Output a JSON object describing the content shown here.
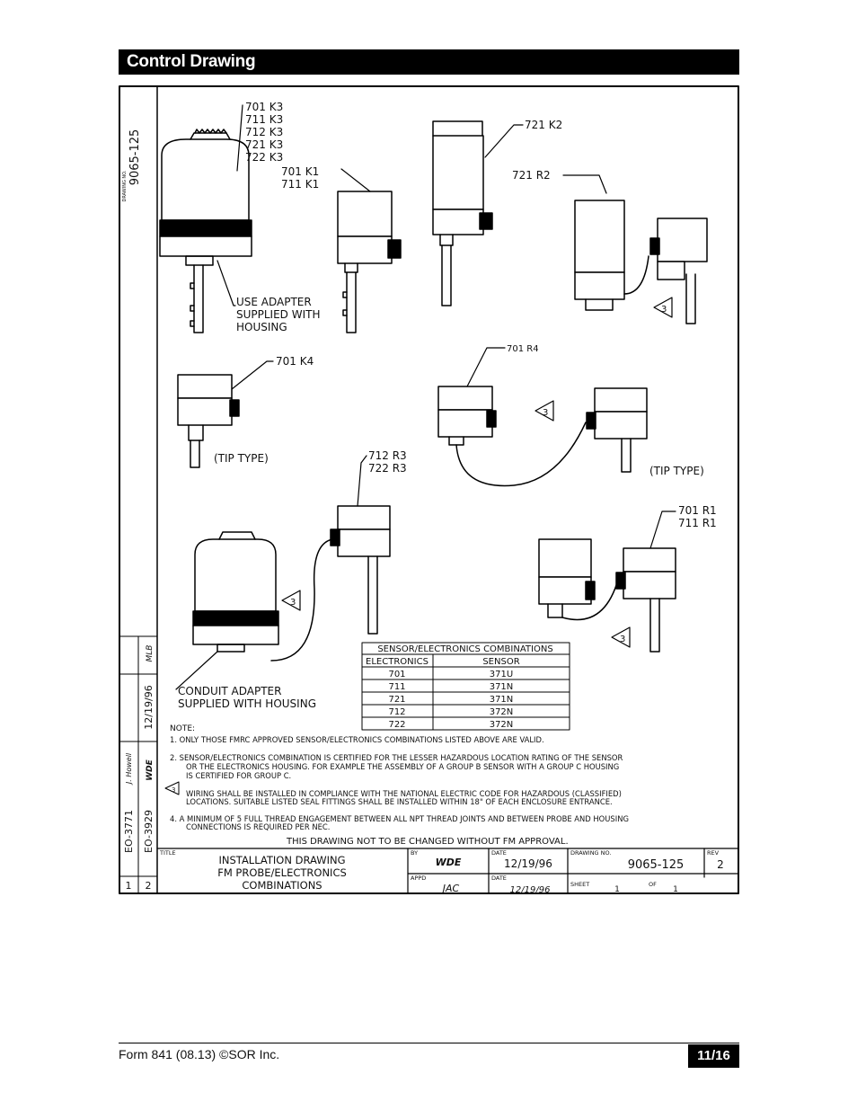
{
  "header": {
    "title": "Control Drawing"
  },
  "drawing": {
    "side_number": "9065-125",
    "side_number_label": "DRAWING NO.",
    "labels": {
      "top_group": [
        "701 K3",
        "711 K3",
        "712 K3",
        "721 K3",
        "722 K3"
      ],
      "k1_group": [
        "701 K1",
        "711 K1"
      ],
      "k2": "721 K2",
      "r2": "721 R2",
      "adapter_note": [
        "USE ADAPTER",
        "SUPPLIED WITH",
        "HOUSING"
      ],
      "k4": "701 K4",
      "tip_type_left": "(TIP TYPE)",
      "r4": "701 R4",
      "tip_type_right": "(TIP TYPE)",
      "r3_group": [
        "712 R3",
        "722 R3"
      ],
      "r1_group": [
        "701 R1",
        "711 R1"
      ],
      "conduit_note": [
        "CONDUIT ADAPTER",
        "SUPPLIED WITH HOUSING"
      ],
      "marker": "3"
    },
    "combo_table": {
      "title": "SENSOR/ELECTRONICS COMBINATIONS",
      "headers": [
        "ELECTRONICS",
        "SENSOR"
      ],
      "rows": [
        [
          "701",
          "371U"
        ],
        [
          "711",
          "371N"
        ],
        [
          "721",
          "371N"
        ],
        [
          "712",
          "372N"
        ],
        [
          "722",
          "372N"
        ]
      ]
    },
    "notes": {
      "heading": "NOTE:",
      "items": [
        "1. ONLY THOSE FMRC APPROVED SENSOR/ELECTRONICS COMBINATIONS LISTED ABOVE ARE VALID.",
        "2. SENSOR/ELECTRONICS COMBINATION IS CERTIFIED FOR THE LESSER HAZARDOUS LOCATION RATING OF THE SENSOR",
        "OR THE ELECTRONICS HOUSING. FOR EXAMPLE THE ASSEMBLY OF A GROUP B SENSOR WITH A GROUP C HOUSING",
        "IS CERTIFIED FOR GROUP C.",
        "WIRING SHALL BE INSTALLED IN COMPLIANCE WITH THE NATIONAL ELECTRIC CODE FOR HAZARDOUS (CLASSIFIED)",
        "LOCATIONS. SUITABLE LISTED SEAL FITTINGS SHALL BE INSTALLED WITHIN 18\" OF EACH ENCLOSURE ENTRANCE.",
        "4. A MINIMUM OF 5 FULL THREAD ENGAGEMENT BETWEEN ALL NPT THREAD JOINTS AND BETWEEN PROBE AND HOUSING",
        "CONNECTIONS IS REQUIRED PER NEC."
      ],
      "warning": "THIS DRAWING NOT TO BE CHANGED WITHOUT FM APPROVAL."
    },
    "revisions": [
      {
        "rev": "1",
        "eo": "EO-3771",
        "by": "J. Howell"
      },
      {
        "rev": "2",
        "eo": "EO-3929",
        "by": "WDE",
        "date": "12/19/96",
        "appd": "MLB"
      }
    ],
    "title_block": {
      "title_label": "TITLE",
      "title_lines": [
        "INSTALLATION DRAWING",
        "FM PROBE/ELECTRONICS",
        "COMBINATIONS"
      ],
      "by_label": "BY",
      "by": "WDE",
      "date_label": "DATE",
      "date": "12/19/96",
      "appd_label": "APPD",
      "appd": "JAC",
      "appd_date": "12/19/96",
      "drawing_no_label": "DRAWING NO.",
      "drawing_no": "9065-125",
      "rev_label": "REV",
      "rev": "2",
      "sheet_label": "SHEET",
      "sheet": "1",
      "of_label": "OF",
      "of": "1"
    }
  },
  "footer": {
    "form": "Form 841 (08.13) ©SOR Inc.",
    "page": "11/16"
  }
}
